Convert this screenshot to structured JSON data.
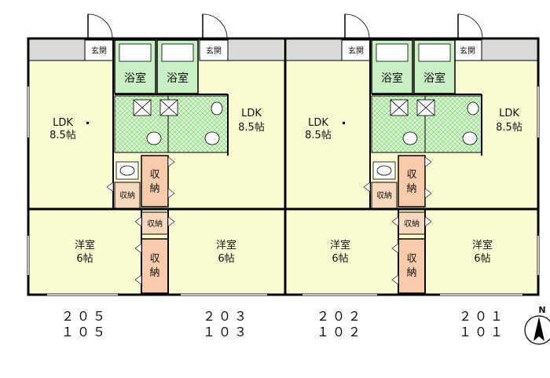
{
  "labels": {
    "ldk": "LDK",
    "ldk_size": "8.5帖",
    "western_room": "洋室",
    "western_size": "6帖",
    "bath": "浴室",
    "entrance": "玄関",
    "storage": "収納",
    "storage_v1": "収",
    "storage_v2": "納"
  },
  "units": [
    {
      "upper": "２０５",
      "lower": "１０５"
    },
    {
      "upper": "２０３",
      "lower": "１０３"
    },
    {
      "upper": "２０２",
      "lower": "１０２"
    },
    {
      "upper": "２０１",
      "lower": "１０１"
    }
  ],
  "compass": {
    "north": "N"
  },
  "colors": {
    "room_fill": "#fbfbd2",
    "bath_fill": "#c9efc4",
    "wet_fill": "#dcf5d0",
    "storage_fill": "#f8ccaa",
    "hall_fill": "#f6d8bd",
    "porch_fill": "#d9d9d9",
    "wall": "#000000"
  }
}
